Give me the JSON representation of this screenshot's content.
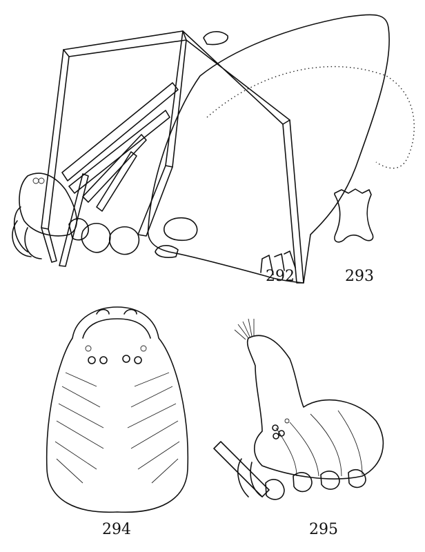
{
  "figures": [
    {
      "number": "292"
    },
    {
      "number": "293"
    },
    {
      "number": "294"
    },
    {
      "number": "295"
    }
  ],
  "colors": {
    "ink": "#111111",
    "paper": "#ffffff"
  }
}
